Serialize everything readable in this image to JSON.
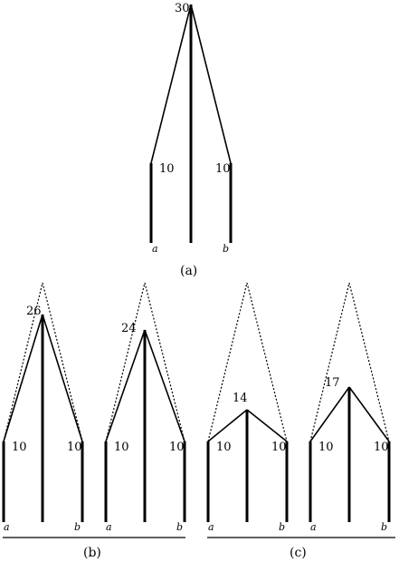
{
  "panel_a": {
    "apex_label": "30",
    "left_label": "10",
    "right_label": "10",
    "left_end": "a",
    "right_end": "b",
    "caption": "(a)"
  },
  "panel_b": {
    "caption": "(b)",
    "diagrams": [
      {
        "apex_label": "26",
        "left_label": "10",
        "right_label": "10",
        "left_end": "a",
        "right_end": "b"
      },
      {
        "apex_label": "24",
        "left_label": "10",
        "right_label": "10",
        "left_end": "a",
        "right_end": "b"
      }
    ]
  },
  "panel_c": {
    "caption": "(c)",
    "diagrams": [
      {
        "apex_label": "14",
        "left_label": "10",
        "right_label": "10",
        "left_end": "a",
        "right_end": "b"
      },
      {
        "apex_label": "17",
        "left_label": "10",
        "right_label": "10",
        "left_end": "a",
        "right_end": "b"
      }
    ]
  }
}
